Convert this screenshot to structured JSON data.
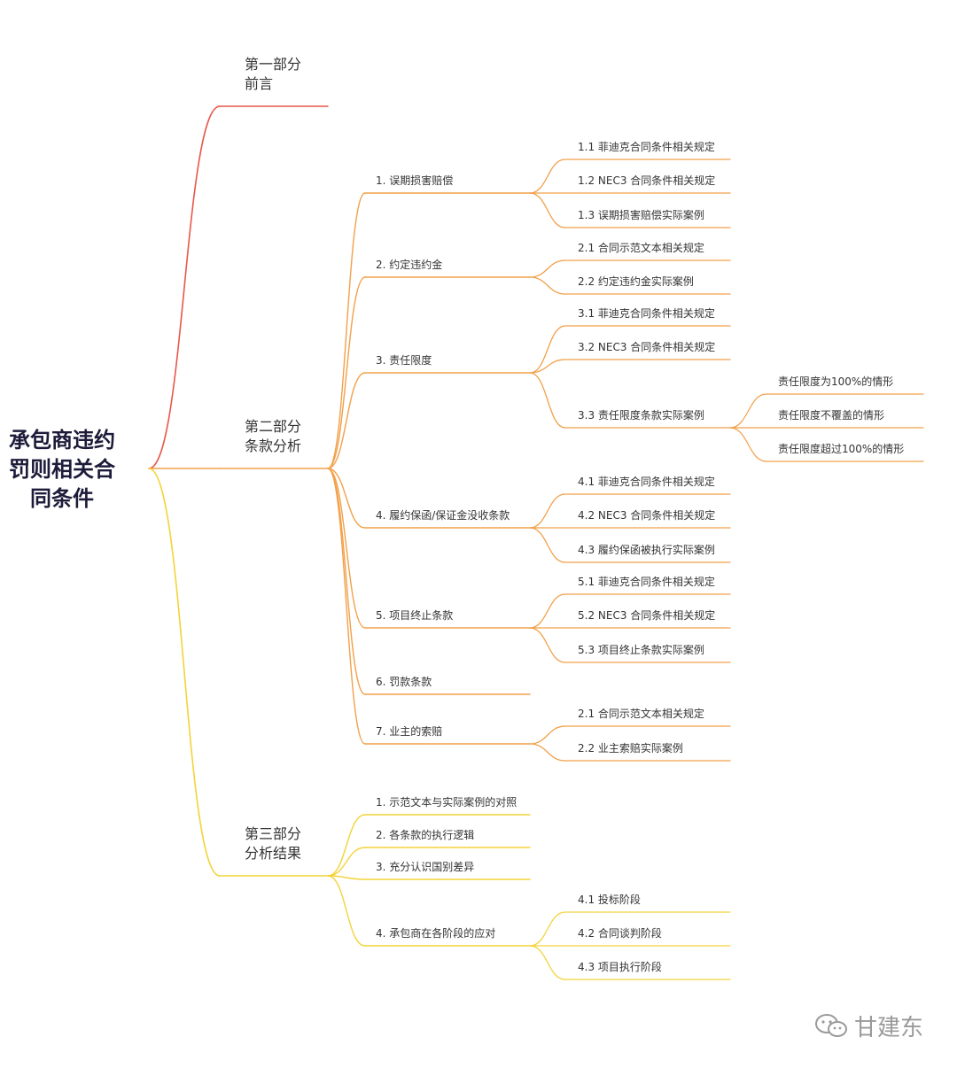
{
  "root": {
    "lines": [
      "承包商违约",
      "罚则相关合",
      "同条件"
    ]
  },
  "colors": {
    "part1": "#e8574a",
    "part2": "#f2a04a",
    "part3": "#f3d33a",
    "text": "#333333",
    "root_text": "#1c1c3a",
    "watermark": "#9a9a9a"
  },
  "parts": [
    {
      "lines": [
        "第一部分",
        "前言"
      ],
      "color": "#e8574a",
      "children": []
    },
    {
      "lines": [
        "第二部分",
        "条款分析"
      ],
      "color": "#f2a04a",
      "children": [
        {
          "label": "1. 误期损害赔偿",
          "children": [
            {
              "label": "1.1 菲迪克合同条件相关规定",
              "children": []
            },
            {
              "label": "1.2 NEC3 合同条件相关规定",
              "children": []
            },
            {
              "label": "1.3 误期损害赔偿实际案例",
              "children": []
            }
          ]
        },
        {
          "label": "2. 约定违约金",
          "children": [
            {
              "label": "2.1 合同示范文本相关规定",
              "children": []
            },
            {
              "label": "2.2 约定违约金实际案例",
              "children": []
            }
          ]
        },
        {
          "label": "3. 责任限度",
          "children": [
            {
              "label": "3.1 菲迪克合同条件相关规定",
              "children": []
            },
            {
              "label": "3.2 NEC3 合同条件相关规定",
              "children": []
            },
            {
              "label": "3.3 责任限度条款实际案例",
              "children": [
                {
                  "label": "责任限度为100%的情形"
                },
                {
                  "label": "责任限度不覆盖的情形"
                },
                {
                  "label": "责任限度超过100%的情形"
                }
              ]
            }
          ]
        },
        {
          "label": "4. 履约保函/保证金没收条款",
          "children": [
            {
              "label": "4.1 菲迪克合同条件相关规定",
              "children": []
            },
            {
              "label": "4.2 NEC3 合同条件相关规定",
              "children": []
            },
            {
              "label": "4.3 履约保函被执行实际案例",
              "children": []
            }
          ]
        },
        {
          "label": "5. 项目终止条款",
          "children": [
            {
              "label": "5.1 菲迪克合同条件相关规定",
              "children": []
            },
            {
              "label": "5.2 NEC3 合同条件相关规定",
              "children": []
            },
            {
              "label": "5.3 项目终止条款实际案例",
              "children": []
            }
          ]
        },
        {
          "label": "6. 罚款条款",
          "children": []
        },
        {
          "label": "7. 业主的索赔",
          "children": [
            {
              "label": "2.1 合同示范文本相关规定",
              "children": []
            },
            {
              "label": "2.2 业主索赔实际案例",
              "children": []
            }
          ]
        }
      ]
    },
    {
      "lines": [
        "第三部分",
        "分析结果"
      ],
      "color": "#f3d33a",
      "children": [
        {
          "label": "1. 示范文本与实际案例的对照",
          "children": []
        },
        {
          "label": "2. 各条款的执行逻辑",
          "children": []
        },
        {
          "label": "3. 充分认识国别差异",
          "children": []
        },
        {
          "label": "4. 承包商在各阶段的应对",
          "children": [
            {
              "label": "4.1 投标阶段",
              "children": []
            },
            {
              "label": "4.2 合同谈判阶段",
              "children": []
            },
            {
              "label": "4.3 项目执行阶段",
              "children": []
            }
          ]
        }
      ]
    }
  ],
  "watermark": {
    "text": "甘建东",
    "icon": "wechat-icon"
  }
}
